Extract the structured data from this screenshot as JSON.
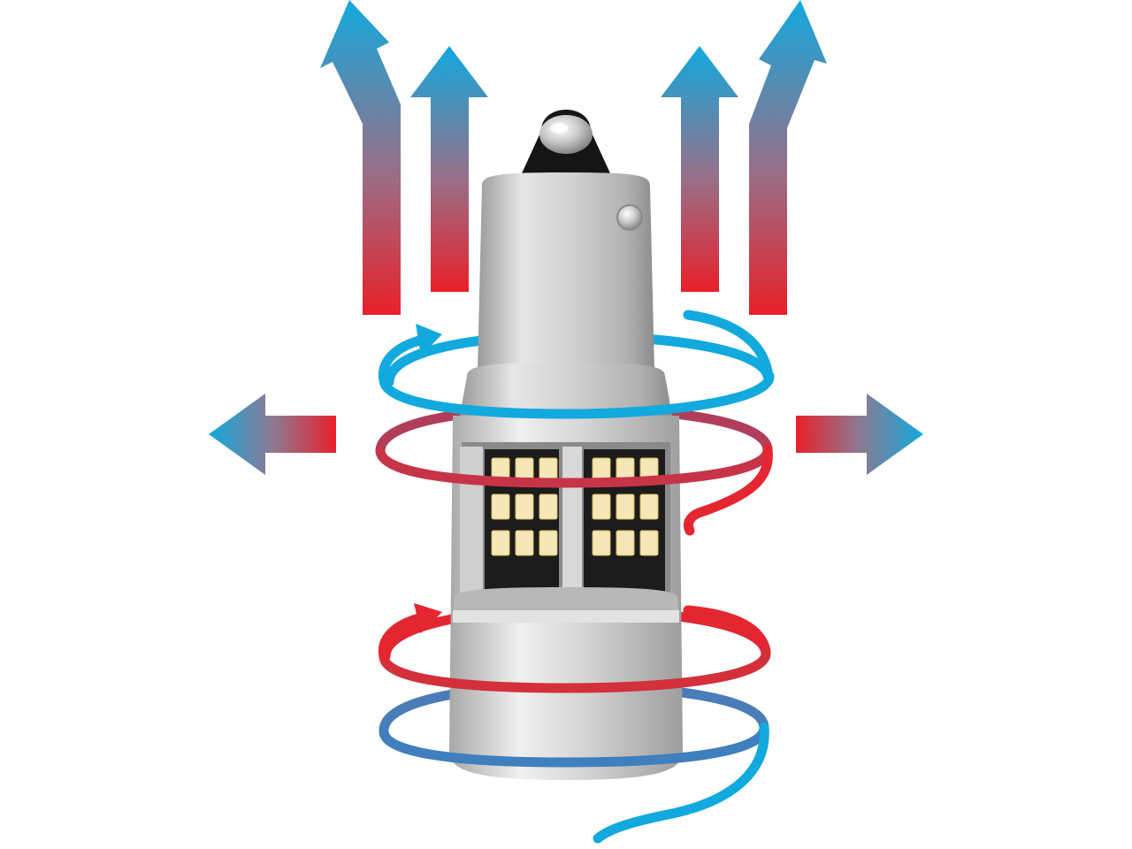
{
  "image": {
    "subject": "led-bulb-cooling-airflow",
    "colors": {
      "background": "#ffffff",
      "cool_air": "#12a9de",
      "warm_air": "#e32630",
      "aluminum": "#c8c8c8",
      "pcb": "#1c1c1c",
      "led_chip": "#f6e7b8"
    },
    "arrows": {
      "up_count": 4,
      "side_count": 2
    },
    "led_chips": {
      "columns_per_board": 3,
      "rows_per_board": 3,
      "boards_visible": 2
    }
  }
}
